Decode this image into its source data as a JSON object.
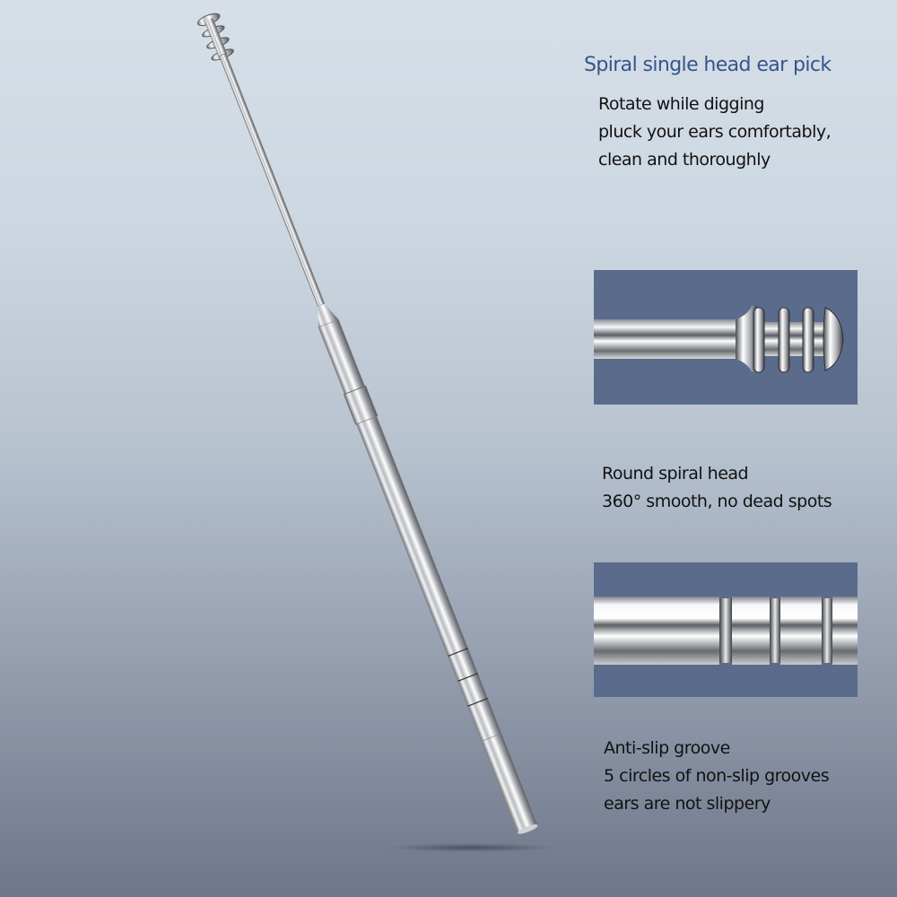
{
  "header": {
    "title": "Spiral single head ear pick"
  },
  "features": [
    {
      "lines": [
        "Rotate while digging",
        "pluck your ears comfortably,",
        "clean and thoroughly"
      ]
    },
    {
      "lines": [
        "Round spiral head",
        "360° smooth, no dead spots"
      ]
    },
    {
      "lines": [
        "Anti-slip groove",
        "5 circles of non-slip grooves",
        "ears are not slippery"
      ]
    }
  ],
  "panels": [
    {
      "subject": "spiral-head-closeup"
    },
    {
      "subject": "anti-slip-groove-closeup"
    }
  ],
  "colors": {
    "title": "#35558a",
    "text": "#111111",
    "panel_bg": "#5b6b8b",
    "bg_top": "#d6dfe8",
    "bg_bottom": "#6e7789"
  }
}
